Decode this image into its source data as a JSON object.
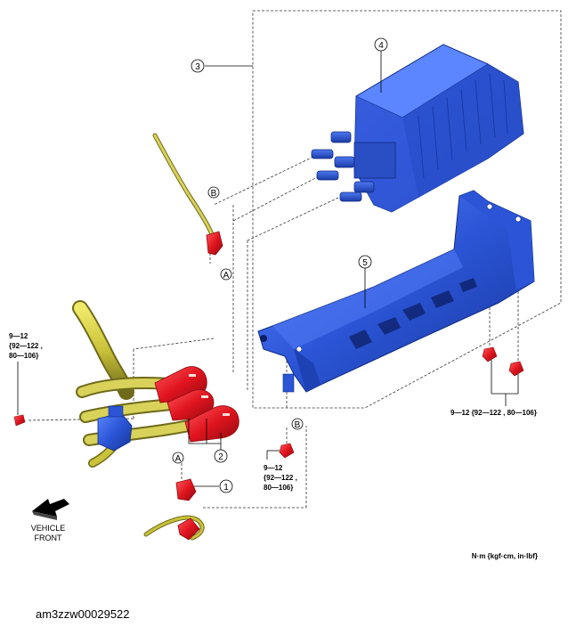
{
  "callouts": {
    "c1": "1",
    "c2": "2",
    "c3": "3",
    "c4": "4",
    "c5": "5",
    "refA": "A",
    "refB": "B"
  },
  "torque": {
    "left": [
      "9—12",
      "{92—122 ,",
      "80—106}"
    ],
    "mid": [
      "9—12",
      "{92—122 ,",
      "80—106}"
    ],
    "right": "9—12 {92—122 , 80—106}"
  },
  "vehicle_front": [
    "VEHICLE",
    "FRONT"
  ],
  "units": "N·m {kgf·cm, in·lbf}",
  "image_id": "am3zzw00029522",
  "colors": {
    "canister_blue": "#2b55d6",
    "canister_dark": "#1a3aa8",
    "hose_yellow": "#c9c23a",
    "hose_dark": "#7d7620",
    "clip_red": "#e0141e",
    "clip_dark": "#8f0a10"
  }
}
